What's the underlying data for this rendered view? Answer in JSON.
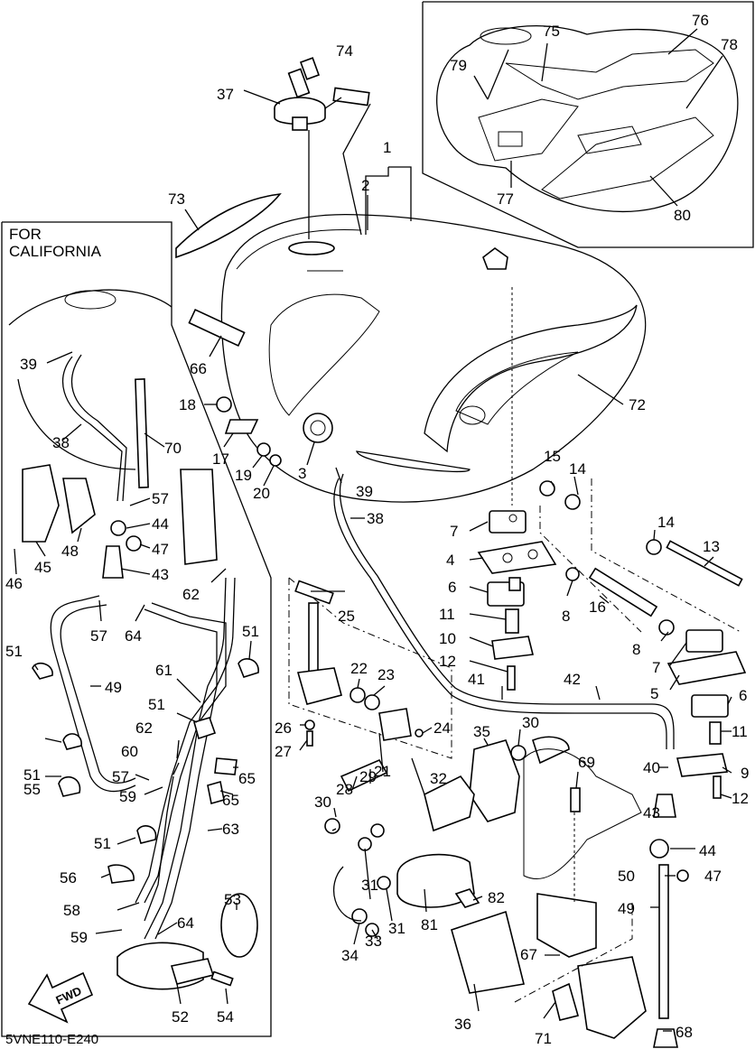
{
  "diagram_code": "5VNE110-E240",
  "inset_header": [
    "FOR",
    "CALIFORNIA"
  ],
  "forward_arrow_label": "FWD",
  "callouts": {
    "c1": "1",
    "c2": "2",
    "c3": "3",
    "c4": "4",
    "c5": "5",
    "c6": "6",
    "c6b": "6",
    "c7": "7",
    "c7b": "7",
    "c8": "8",
    "c8b": "8",
    "c9": "9",
    "c10": "10",
    "c11": "11",
    "c11b": "11",
    "c12": "12",
    "c12b": "12",
    "c13": "13",
    "c14": "14",
    "c14b": "14",
    "c15": "15",
    "c16": "16",
    "c17": "17",
    "c18": "18",
    "c19": "19",
    "c20": "20",
    "c21": "21",
    "c22": "22",
    "c23": "23",
    "c24": "24",
    "c25": "25",
    "c26": "26",
    "c27": "27",
    "c28": "28",
    "c29": "29",
    "c30": "30",
    "c30b": "30",
    "c31": "31",
    "c31b": "31",
    "c32": "32",
    "c33": "33",
    "c34": "34",
    "c35": "35",
    "c36": "36",
    "c37": "37",
    "c38": "38",
    "c38b": "38",
    "c39": "39",
    "c39b": "39",
    "c40": "40",
    "c41": "41",
    "c42": "42",
    "c43": "43",
    "c43b": "43",
    "c44": "44",
    "c44b": "44",
    "c45": "45",
    "c46": "46",
    "c47": "47",
    "c47b": "47",
    "c48": "48",
    "c49": "49",
    "c49b": "49",
    "c50": "50",
    "c51": "51",
    "c51b": "51",
    "c51c": "51",
    "c51d": "51",
    "c51e": "51",
    "c52": "52",
    "c53": "53",
    "c54": "54",
    "c55": "55",
    "c56": "56",
    "c57": "57",
    "c57b": "57",
    "c57c": "57",
    "c58": "58",
    "c59": "59",
    "c59b": "59",
    "c60": "60",
    "c61": "61",
    "c62": "62",
    "c62b": "62",
    "c63": "63",
    "c64": "64",
    "c64b": "64",
    "c65": "65",
    "c65b": "65",
    "c66": "66",
    "c67": "67",
    "c68": "68",
    "c69": "69",
    "c70": "70",
    "c71": "71",
    "c72": "72",
    "c73": "73",
    "c74": "74",
    "c75": "75",
    "c76": "76",
    "c77": "77",
    "c78": "78",
    "c79": "79",
    "c80": "80",
    "c81": "81",
    "c82": "82"
  }
}
